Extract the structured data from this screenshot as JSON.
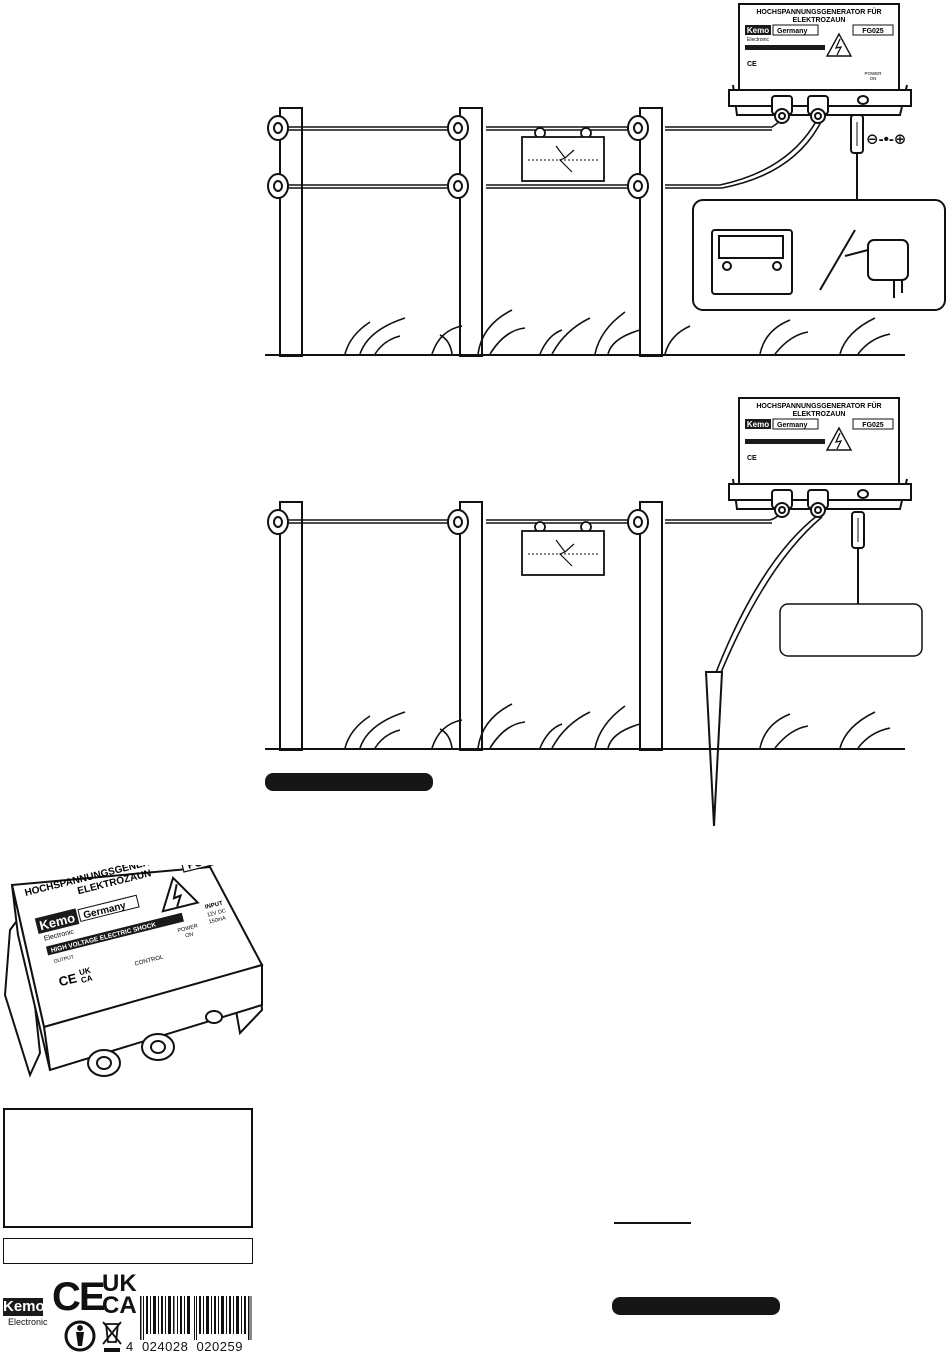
{
  "device": {
    "title_line1": "HOCHSPANNUNGSGENERATOR FÜR",
    "title_line2": "ELEKTROZAUN",
    "model": "FG025",
    "brand": "Kemo",
    "brand_sub": "Electronic",
    "country": "Germany",
    "warning": "HIGH VOLTAGE ELECTRIC SHOCK",
    "output_label": "OUTPUT",
    "input_label": "INPUT",
    "input_values": [
      "12V DC",
      "150mA"
    ],
    "power_on": [
      "POWER",
      "ON"
    ],
    "control_label": "CONTROL",
    "ce": "CE",
    "ukca": [
      "UK",
      "CA"
    ]
  },
  "power_symbols": "⊖-•-⊕",
  "footer": {
    "brand": "Kemo",
    "brand_sub": "Electronic",
    "ce": "CE",
    "ukca": [
      "UK",
      "CA"
    ],
    "barcode_digits": "4  024028  020259"
  },
  "colors": {
    "ink": "#111111",
    "pill": "#161616",
    "brand_bg": "#1a1a1a"
  }
}
